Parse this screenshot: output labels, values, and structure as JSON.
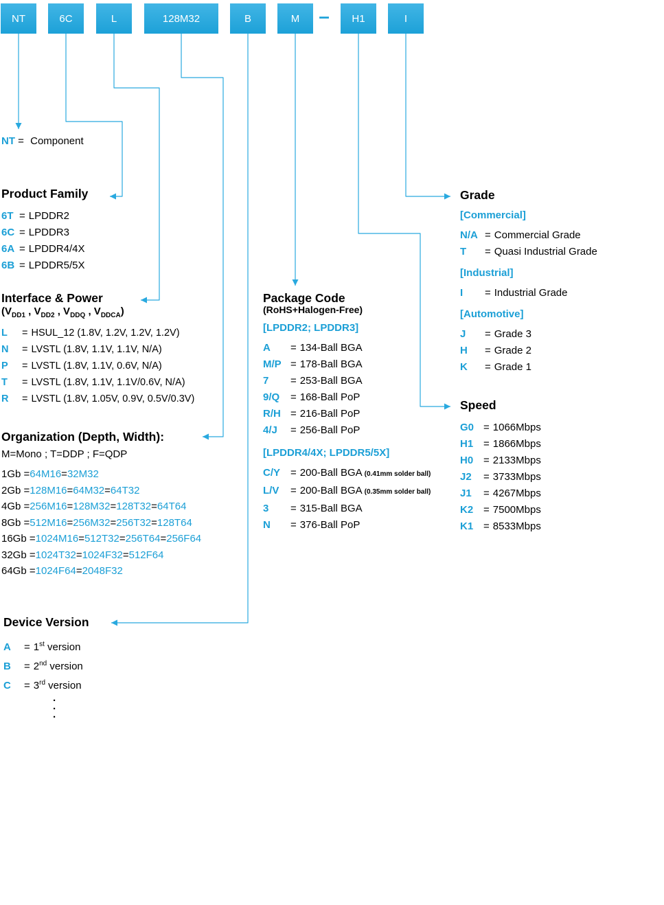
{
  "colors": {
    "accent": "#1b9fd6",
    "line": "#29a9df",
    "box_fill": "#1da1d8",
    "box_text": "#ffffff"
  },
  "eq": "=",
  "separator": "–",
  "part_boxes": [
    "NT",
    "6C",
    "L",
    "128M32",
    "B",
    "M",
    "H1",
    "I"
  ],
  "component": {
    "code": "NT",
    "label": "Component"
  },
  "product_family": {
    "title": "Product Family",
    "items": [
      {
        "code": "6T",
        "value": "LPDDR2"
      },
      {
        "code": "6C",
        "value": "LPDDR3"
      },
      {
        "code": "6A",
        "value": "LPDDR4/4X"
      },
      {
        "code": "6B",
        "value": "LPDDR5/5X"
      }
    ]
  },
  "interface_power": {
    "title": "Interface & Power",
    "vdd": {
      "p0": "(V",
      "s0": "DD1",
      "p1": " , V",
      "s1": "DD2",
      "p2": " , V",
      "s2": "DDQ",
      "p3": " , V",
      "s3": "DDCA",
      "p4": ")"
    },
    "items": [
      {
        "code": "L",
        "value": "HSUL_12 (1.8V, 1.2V, 1.2V, 1.2V)"
      },
      {
        "code": "N",
        "value": "LVSTL (1.8V, 1.1V, 1.1V, N/A)"
      },
      {
        "code": "P",
        "value": "LVSTL (1.8V, 1.1V, 0.6V, N/A)"
      },
      {
        "code": "T",
        "value": "LVSTL (1.8V, 1.1V, 1.1V/0.6V, N/A)"
      },
      {
        "code": "R",
        "value": "LVSTL (1.8V, 1.05V, 0.9V, 0.5V/0.3V)"
      }
    ]
  },
  "organization": {
    "title": "Organization (Depth, Width):",
    "legend": "M=Mono ; T=DDP ; F=QDP",
    "eq_sp": " =",
    "rows": [
      {
        "size": "1Gb",
        "parts": [
          "64M16",
          "32M32"
        ]
      },
      {
        "size": "2Gb",
        "parts": [
          "128M16",
          "64M32",
          "64T32"
        ]
      },
      {
        "size": "4Gb",
        "parts": [
          "256M16",
          "128M32",
          "128T32",
          "64T64"
        ]
      },
      {
        "size": "8Gb",
        "parts": [
          "512M16",
          "256M32",
          "256T32",
          "128T64"
        ]
      },
      {
        "size": "16Gb",
        "parts": [
          "1024M16",
          "512T32",
          "256T64",
          "256F64"
        ]
      },
      {
        "size": "32Gb",
        "parts": [
          "1024T32",
          "1024F32",
          "512F64"
        ]
      },
      {
        "size": "64Gb",
        "parts": [
          "1024F64",
          "2048F32"
        ]
      }
    ]
  },
  "device_version": {
    "title": "Device Version",
    "dot": "·",
    "items": [
      {
        "code": "A",
        "num": "1",
        "ord": "st",
        "rest": " version"
      },
      {
        "code": "B",
        "num": "2",
        "ord": "nd",
        "rest": " version"
      },
      {
        "code": "C",
        "num": "3",
        "ord": "rd",
        "rest": " version"
      }
    ]
  },
  "package_code": {
    "title": "Package Code",
    "subtitle": "(RoHS+Halogen-Free)",
    "group1": {
      "header": "[LPDDR2; LPDDR3]",
      "items": [
        {
          "code": "A",
          "value": "134-Ball BGA"
        },
        {
          "code": "M/P",
          "value": "178-Ball BGA"
        },
        {
          "code": "7",
          "value": "253-Ball BGA"
        },
        {
          "code": "9/Q",
          "value": "168-Ball PoP"
        },
        {
          "code": "R/H",
          "value": "216-Ball PoP"
        },
        {
          "code": "4/J",
          "value": "256-Ball PoP"
        }
      ]
    },
    "group2": {
      "header": "[LPDDR4/4X; LPDDR5/5X]",
      "items": [
        {
          "code": "C/Y",
          "value": "200-Ball BGA",
          "note": "(0.41mm solder ball)"
        },
        {
          "code": "L/V",
          "value": "200-Ball BGA",
          "note": "(0.35mm solder ball)"
        },
        {
          "code": "3",
          "value": "315-Ball BGA"
        },
        {
          "code": "N",
          "value": "376-Ball PoP"
        }
      ]
    }
  },
  "grade": {
    "title": "Grade",
    "groups": [
      {
        "header": "[Commercial]",
        "items": [
          {
            "code": "N/A",
            "value": "Commercial Grade"
          },
          {
            "code": "T",
            "value": "Quasi Industrial Grade"
          }
        ]
      },
      {
        "header": "[Industrial]",
        "items": [
          {
            "code": "I",
            "value": "Industrial Grade"
          }
        ]
      },
      {
        "header": "[Automotive]",
        "items": [
          {
            "code": "J",
            "value": "Grade 3"
          },
          {
            "code": "H",
            "value": "Grade 2"
          },
          {
            "code": "K",
            "value": "Grade 1"
          }
        ]
      }
    ]
  },
  "speed": {
    "title": "Speed",
    "items": [
      {
        "code": "G0",
        "value": "1066Mbps"
      },
      {
        "code": "H1",
        "value": "1866Mbps"
      },
      {
        "code": "H0",
        "value": "2133Mbps"
      },
      {
        "code": "J2",
        "value": "3733Mbps"
      },
      {
        "code": "J1",
        "value": "4267Mbps"
      },
      {
        "code": "K2",
        "value": "7500Mbps"
      },
      {
        "code": "K1",
        "value": "8533Mbps"
      }
    ]
  }
}
